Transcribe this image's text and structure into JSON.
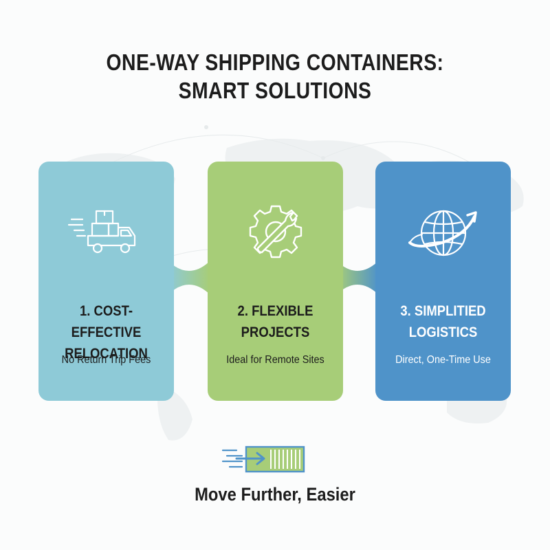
{
  "title": {
    "line1": "ONE-WAY SHIPPING CONTAINERS:",
    "line2": "SMART SOLUTIONS"
  },
  "cards": [
    {
      "icon": "delivery-truck-icon",
      "title_line1": "1. COST-EFFECTIVE",
      "title_line2": "RELOCATION",
      "subtitle": "No Return Trip Fees",
      "color": "#8ecad7"
    },
    {
      "icon": "gear-wrench-icon",
      "title_line1": "2. FLEXIBLE",
      "title_line2": "PROJECTS",
      "subtitle": "Ideal for Remote Sites",
      "color": "#a7cd78"
    },
    {
      "icon": "globe-arrow-icon",
      "title_line1": "3. SIMPLITIED",
      "title_line2": "LOGISTICS",
      "subtitle": "Direct, One-Time Use",
      "color": "#4f93c9"
    }
  ],
  "footer": {
    "icon": "shipping-container-arrow-icon",
    "tagline": "Move Further, Easier"
  },
  "colors": {
    "background": "#fbfcfc",
    "text_dark": "#1c1c1c",
    "text_light": "#ffffff",
    "container_green": "#a7cd78",
    "container_blue": "#4f93c9"
  }
}
